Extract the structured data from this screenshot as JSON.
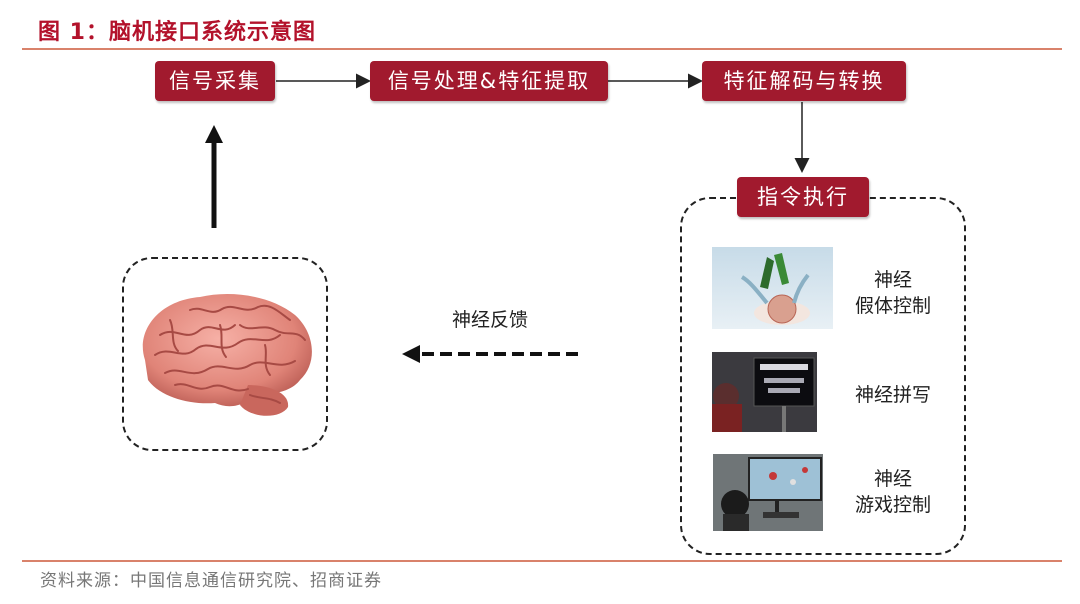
{
  "figure": {
    "title": "图 1：脑机接口系统示意图"
  },
  "pipeline": {
    "signal_acquisition": "信号采集",
    "signal_processing": "信号处理&特征提取",
    "feature_decoding": "特征解码与转换",
    "command_execution": "指令执行"
  },
  "feedback": {
    "label": "神经反馈"
  },
  "applications": [
    {
      "label_line1": "神经",
      "label_line2": "假体控制",
      "icon": "robotic-arm-photo"
    },
    {
      "label_line1": "神经拼写",
      "label_line2": "",
      "icon": "speller-screen-photo"
    },
    {
      "label_line1": "神经",
      "label_line2": "游戏控制",
      "icon": "game-control-photo"
    }
  ],
  "footer": {
    "source": "资料来源：中国信息通信研究院、招商证券"
  },
  "colors": {
    "accent": "#a11a2e",
    "title": "#b3122b",
    "rule": "#d9826b"
  }
}
